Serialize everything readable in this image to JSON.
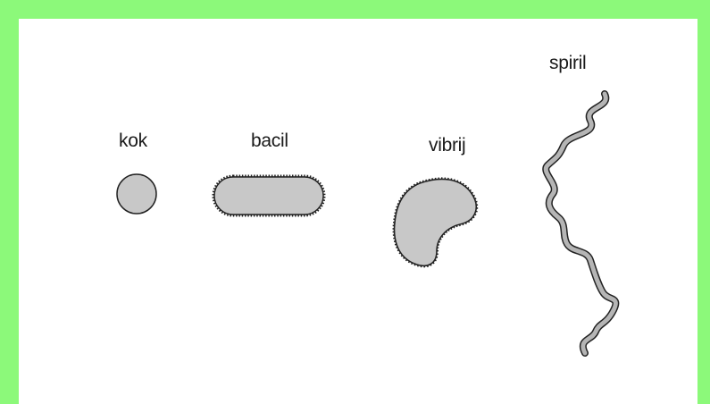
{
  "diagram": {
    "labels": {
      "kok": "kok",
      "bacil": "bacil",
      "vibrij": "vibrij",
      "spiril": "spiril"
    },
    "colors": {
      "frame": "#8cf97a",
      "background": "#ffffff",
      "cell_fill": "#c8c8c8",
      "outline": "#222222",
      "spiril_fill": "#b5b5b5"
    },
    "shapes": [
      "coccus-shape",
      "bacillus-shape",
      "vibrio-shape",
      "spirillum-shape"
    ]
  }
}
